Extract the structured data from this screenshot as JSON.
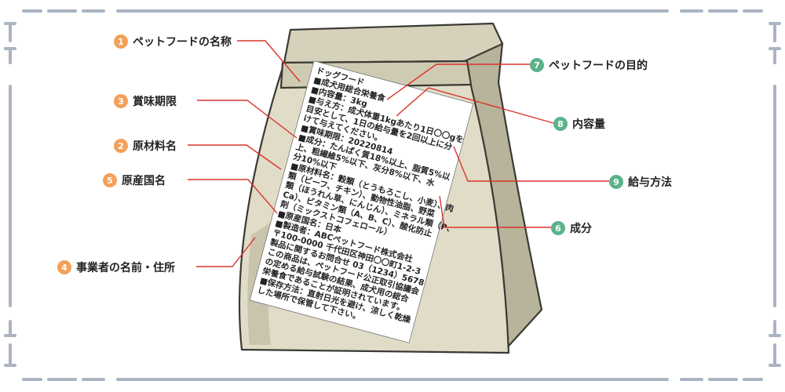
{
  "callouts": [
    {
      "num": "1",
      "text": "ペットフードの名称",
      "color": "#f4a05a"
    },
    {
      "num": "2",
      "text": "原材料名",
      "color": "#f4a05a"
    },
    {
      "num": "3",
      "text": "賞味期限",
      "color": "#f4a05a"
    },
    {
      "num": "4",
      "text": "事業者の名前・住所",
      "color": "#f4a05a"
    },
    {
      "num": "5",
      "text": "原産国名",
      "color": "#f4a05a"
    },
    {
      "num": "6",
      "text": "成分",
      "color": "#5cb38a"
    },
    {
      "num": "7",
      "text": "ペットフードの目的",
      "color": "#5cb38a"
    },
    {
      "num": "8",
      "text": "内容量",
      "color": "#5cb38a"
    },
    {
      "num": "9",
      "text": "給与方法",
      "color": "#5cb38a"
    }
  ],
  "label": {
    "lines": [
      "ドッグフード",
      "■成犬用総合栄養食",
      "■内容量：3kg",
      "■与え方：成犬体重1kgあたり1日〇〇gを",
      "目安として、1日の給与量を2回以上に分",
      "けて与えてください。",
      "■賞味期限：20220814",
      "■成分：たんぱく質18%以上、脂質5%以",
      "上、粗繊維5%以下、灰分8%以下、水",
      "分10%以下",
      "■原材料名：穀類（とうもろこし、小麦）、肉",
      "類（ビーフ、チキン）、動物性油脂、野菜",
      "類（ほうれん草、にんじん）、ミネラル類（P、",
      "Ca）、ビタミン類（A、B、C）、酸化防止",
      "剤（ミックストコフェロール）",
      "■原産国名：日本",
      "■製造者：ABCペットフード株式会社",
      "〒100-0000 千代田区神田〇〇町1-2-3",
      "製品に関するお問合せ 03（1234）5678",
      "この商品は、ペットフード公正取引協議会",
      "の定める給与試験の結果、成犬用の総合",
      "栄養食であることが証明されています。",
      "■保存方法：直射日光を避け、涼しく乾燥",
      "した場所で保管して下さい。"
    ]
  },
  "colors": {
    "frame": "#aab4c2",
    "bag": "#e0dcc8",
    "orange": "#f4a05a",
    "green": "#5cb38a",
    "line": "#d9352b"
  }
}
